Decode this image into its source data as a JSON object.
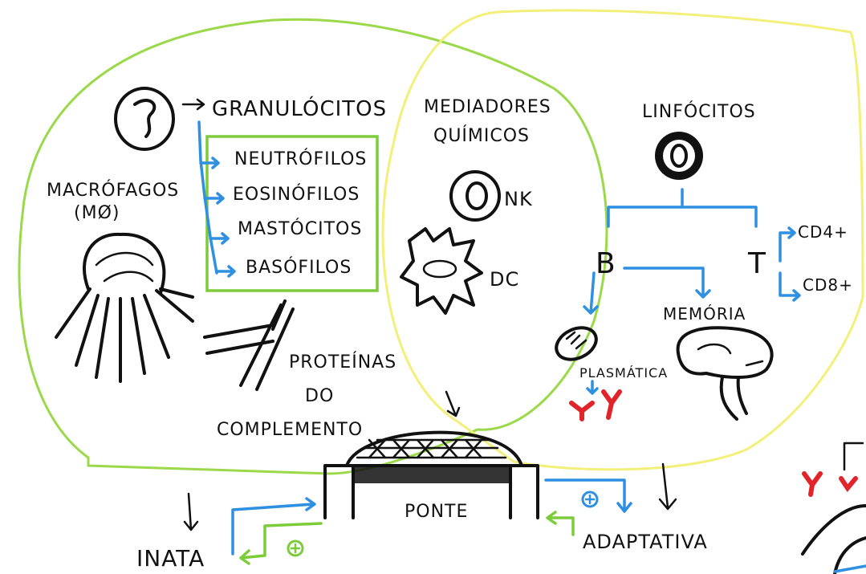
{
  "innate": {
    "granulocitos": "GRANULÓCITOS",
    "items": [
      "NEUTRÓFILOS",
      "EOSINÓFILOS",
      "MASTÓCITOS",
      "BASÓFILOS"
    ],
    "macrofagos": [
      "MACRÓFAGOS",
      "(MØ)"
    ],
    "complemento": [
      "PROTEÍNAS",
      "DO",
      "COMPLEMENTO"
    ]
  },
  "middle": {
    "mediadores": [
      "MEDIADORES",
      "QUÍMICOS"
    ],
    "nk": "NK",
    "dc": "DC"
  },
  "adaptive": {
    "linfocitos": "LINFÓCITOS",
    "b": "B",
    "t": "T",
    "cd4": "CD4+",
    "cd8": "CD8+",
    "memoria": "MEMÓRIA",
    "plasmatica": "PLASMÁTICA"
  },
  "bottom": {
    "inata": "INATA",
    "ponte": "PONTE",
    "adaptativa": "ADAPTATIVA"
  },
  "colors": {
    "innate_outline": "#9bd84a",
    "adaptive_outline": "#f2f07a",
    "arrows_blue": "#2f8fe0",
    "arrows_green": "#7ccc3a",
    "antibody_red": "#e0242a"
  }
}
